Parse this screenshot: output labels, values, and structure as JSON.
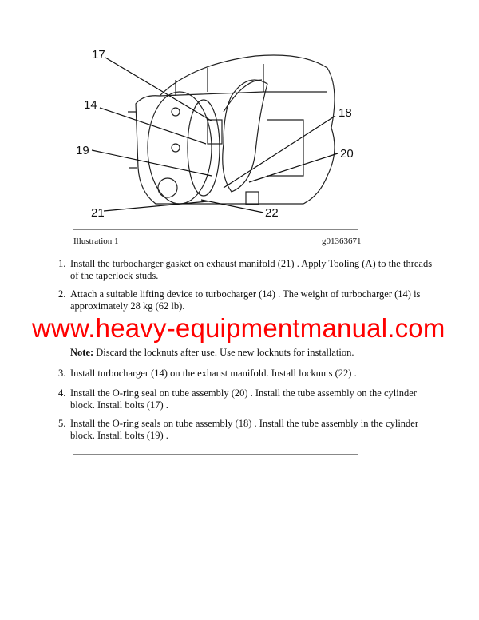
{
  "illustration": {
    "callouts": [
      "17",
      "14",
      "19",
      "21",
      "22",
      "20",
      "18"
    ],
    "caption": "Illustration 1",
    "graphic_id": "g01363671"
  },
  "steps": [
    {
      "number": "1.",
      "text": "Install the turbocharger gasket on exhaust manifold (21) . Apply Tooling (A) to the threads of the taperlock studs."
    },
    {
      "number": "2.",
      "text": "Attach a suitable lifting device to turbocharger (14) . The weight of turbocharger (14) is approximately 28 kg (62 lb)."
    },
    {
      "number": "3.",
      "text": "Install turbocharger (14) on the exhaust manifold. Install locknuts (22) ."
    },
    {
      "number": "4.",
      "text": "Install the O-ring seal on tube assembly (20) . Install the tube assembly on the cylinder block. Install bolts (17) ."
    },
    {
      "number": "5.",
      "text": "Install the O-ring seals on tube assembly (18) . Install the tube assembly in the cylinder block. Install bolts (19) ."
    }
  ],
  "note": {
    "label": "Note:",
    "text": " Discard the locknuts after use. Use new locknuts for installation."
  },
  "watermark": "www.heavy-equipmentmanual.com",
  "colors": {
    "watermark": "#ff0000"
  }
}
